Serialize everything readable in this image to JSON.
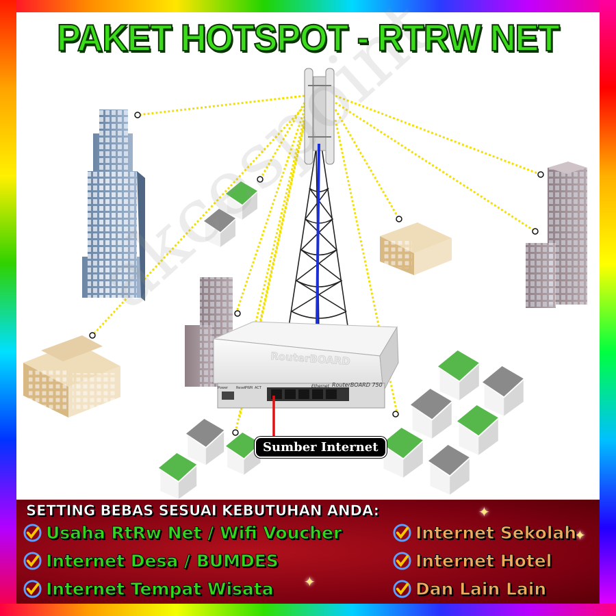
{
  "title": "PAKET HOTSPOT - RTRW NET",
  "watermark": "akcespoint",
  "source_label": "Sumber Internet",
  "router": {
    "brand": "RouterBOARD",
    "model": "RouterBOARD 750",
    "port_labels": [
      "Power",
      "Reset",
      "PWR",
      "ACT",
      "Ethernet"
    ]
  },
  "colors": {
    "title": "#3cdc1c",
    "link_dots": "#f3e000",
    "uplink": "#1a2fd6",
    "source_cable": "#e01010",
    "panel_bg": "#8a0012",
    "feature_left": "#33d81c",
    "feature_right": "#f0ab5c"
  },
  "panel": {
    "heading": "SETTING BEBAS SESUAI KEBUTUHAN ANDA:",
    "left_items": [
      "Usaha RtRw Net / Wifi Voucher",
      "Internet Desa / BUMDES",
      "Internet Tempat Wisata"
    ],
    "right_items": [
      "Internet Sekolah",
      "Internet Hotel",
      "Dan Lain Lain"
    ]
  }
}
